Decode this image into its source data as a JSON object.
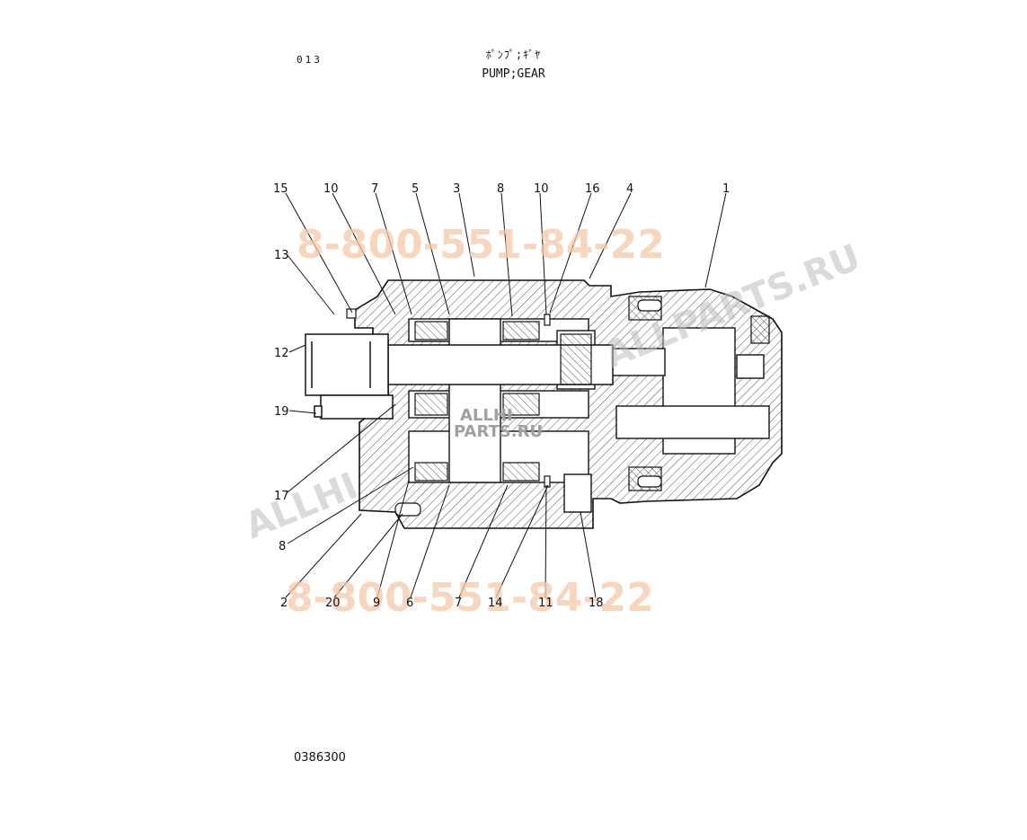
{
  "page_number": "013",
  "title_jp": "ﾎﾟﾝﾌﾟ;ｷﾞﾔ",
  "title_en": "PUMP;GEAR",
  "document_code": "0386300",
  "watermarks": {
    "phone_top": "8-800-551-84-22",
    "phone_bottom": "8-800-551-84-22",
    "brand_left": "ALLHI",
    "brand_right": "ALLPARTS.RU",
    "logo_line1": "ALLHI",
    "logo_line2": "PARTS.RU"
  },
  "callouts": {
    "c15": "15",
    "c10a": "10",
    "c7a": "7",
    "c5": "5",
    "c3": "3",
    "c8a": "8",
    "c10b": "10",
    "c16": "16",
    "c4": "4",
    "c1": "1",
    "c13": "13",
    "c12": "12",
    "c19": "19",
    "c17": "17",
    "c8b": "8",
    "c2": "2",
    "c20": "20",
    "c9": "9",
    "c6": "6",
    "c7b": "7",
    "c14": "14",
    "c11": "11",
    "c18": "18"
  },
  "colors": {
    "line": "#111111",
    "hatch": "#555555",
    "watermark_phone": "#f5c9a8",
    "watermark_brand": "#bdbdbd"
  }
}
